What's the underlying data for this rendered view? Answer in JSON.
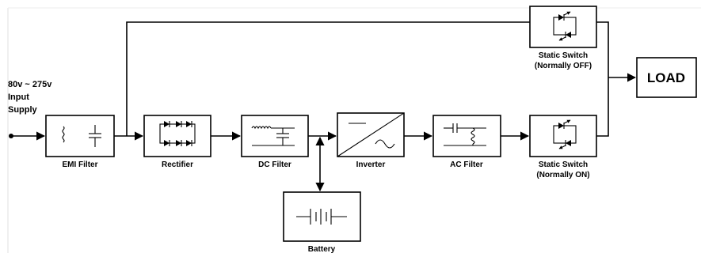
{
  "input": {
    "line1": "80v ~ 275v",
    "line2": "Input",
    "line3": "Supply"
  },
  "blocks": {
    "emi_filter": "EMI Filter",
    "rectifier": "Rectifier",
    "dc_filter": "DC Filter",
    "inverter": "Inverter",
    "ac_filter": "AC Filter",
    "battery": "Battery",
    "static_switch_on": {
      "line1": "Static Switch",
      "line2": "(Normally ON)"
    },
    "static_switch_off": {
      "line1": "Static Switch",
      "line2": "(Normally OFF)"
    },
    "load": "LOAD"
  },
  "icons": {
    "emi_filter": "coil-capacitor-icon",
    "rectifier": "diode-bridge-icon",
    "dc_filter": "inductor-capacitor-icon",
    "inverter": "dc-to-ac-icon",
    "ac_filter": "capacitor-inductor-icon",
    "battery": "battery-cells-icon",
    "static_switch": "thyristor-pair-icon"
  }
}
